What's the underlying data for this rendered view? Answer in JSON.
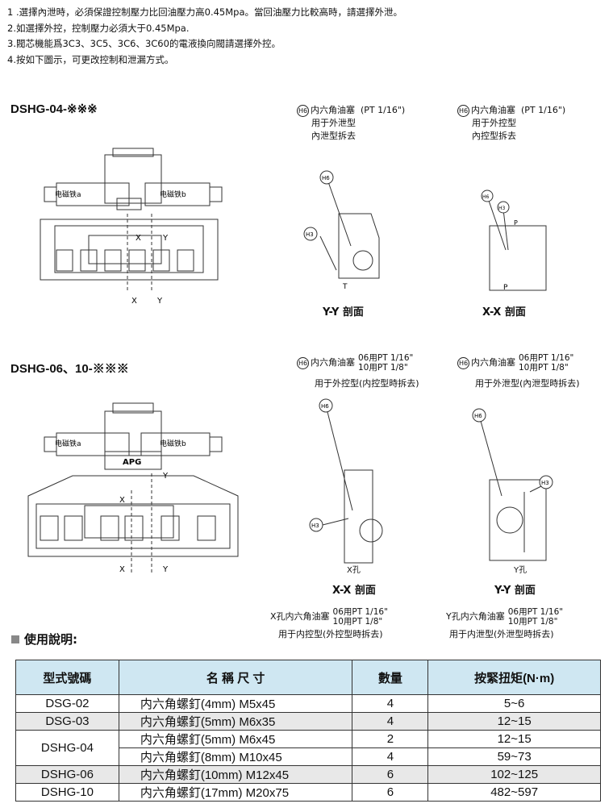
{
  "notes": [
    "1 .選擇內泄時，必須保證控制壓力比回油壓力高0.45Mpa。當回油壓力比較高時，請選擇外泄。",
    "2.如選擇外控，控制壓力必須大于0.45Mpa.",
    "3.閥芯機能爲3C3、3C5、3C6、3C60的電液換向閥請選擇外控。",
    "4.按如下圖示，可更改控制和泄漏方式。"
  ],
  "section1": {
    "model": "DSHG-04-※※※",
    "left_note": {
      "h6": "H6",
      "title": "内六角油塞",
      "size": "(PT 1/16\")",
      "line2": "用于外泄型",
      "line3": "內泄型拆去"
    },
    "right_note": {
      "h6": "H6",
      "title": "内六角油塞",
      "size": "(PT 1/16\")",
      "line2": "用于外控型",
      "line3": "內控型拆去"
    },
    "left_view": "Y-Y 剖面",
    "right_view": "X-X 剖面",
    "solenoid_a": "电磁铁a",
    "solenoid_b": "电磁铁b",
    "x": "X",
    "y": "Y",
    "h6": "H6",
    "h3": "H3",
    "t": "T",
    "p": "P"
  },
  "section2": {
    "model": "DSHG-06、10-※※※",
    "left_note": {
      "h6": "H6",
      "title": "内六角油塞",
      "size1": "06用PT  1/16\"",
      "size2": "10用PT  1/8\"",
      "line2": "用于外控型(内控型時拆去)"
    },
    "right_note": {
      "h6": "H6",
      "title": "内六角油塞",
      "size1": "06用PT  1/16\"",
      "size2": "10用PT  1/8\"",
      "line2": "用于外泄型(內泄型時拆去)"
    },
    "left_hole": "X孔",
    "right_hole": "Y孔",
    "left_view": "X-X 剖面",
    "right_view": "Y-Y 剖面",
    "left_bottom": {
      "title": "X孔内六角油塞",
      "size1": "06用PT  1/16\"",
      "size2": "10用PT  1/8\"",
      "line2": "用于内控型(外控型時拆去)"
    },
    "right_bottom": {
      "title": "Y孔内六角油塞",
      "size1": "06用PT  1/16\"",
      "size2": "10用PT  1/8\"",
      "line2": "用于内泄型(外泄型時拆去)"
    },
    "solenoid_a": "电磁铁a",
    "solenoid_b": "电磁铁b",
    "brand": "APG",
    "x": "X",
    "y": "Y",
    "h6": "H6",
    "h3": "H3"
  },
  "usage_title": "使用說明:",
  "table": {
    "headers": [
      "型式號碼",
      "名 稱 尺 寸",
      "數量",
      "按緊扭矩(N·m)"
    ],
    "rows": [
      {
        "model": "DSG-02",
        "name": "内六角螺釘(4mm) M5x45",
        "qty": "4",
        "torque": "5~6"
      },
      {
        "model": "DSG-03",
        "name": "内六角螺釘(5mm) M6x35",
        "qty": "4",
        "torque": "12~15"
      },
      {
        "model": "DSHG-04",
        "name": "内六角螺釘(5mm) M6x45",
        "qty": "2",
        "torque": "12~15"
      },
      {
        "model": "",
        "name": "内六角螺釘(8mm) M10x45",
        "qty": "4",
        "torque": "59~73"
      },
      {
        "model": "DSHG-06",
        "name": "内六角螺釘(10mm) M12x45",
        "qty": "6",
        "torque": "102~125"
      },
      {
        "model": "DSHG-10",
        "name": "内六角螺釘(17mm) M20x75",
        "qty": "6",
        "torque": "482~597"
      }
    ]
  }
}
